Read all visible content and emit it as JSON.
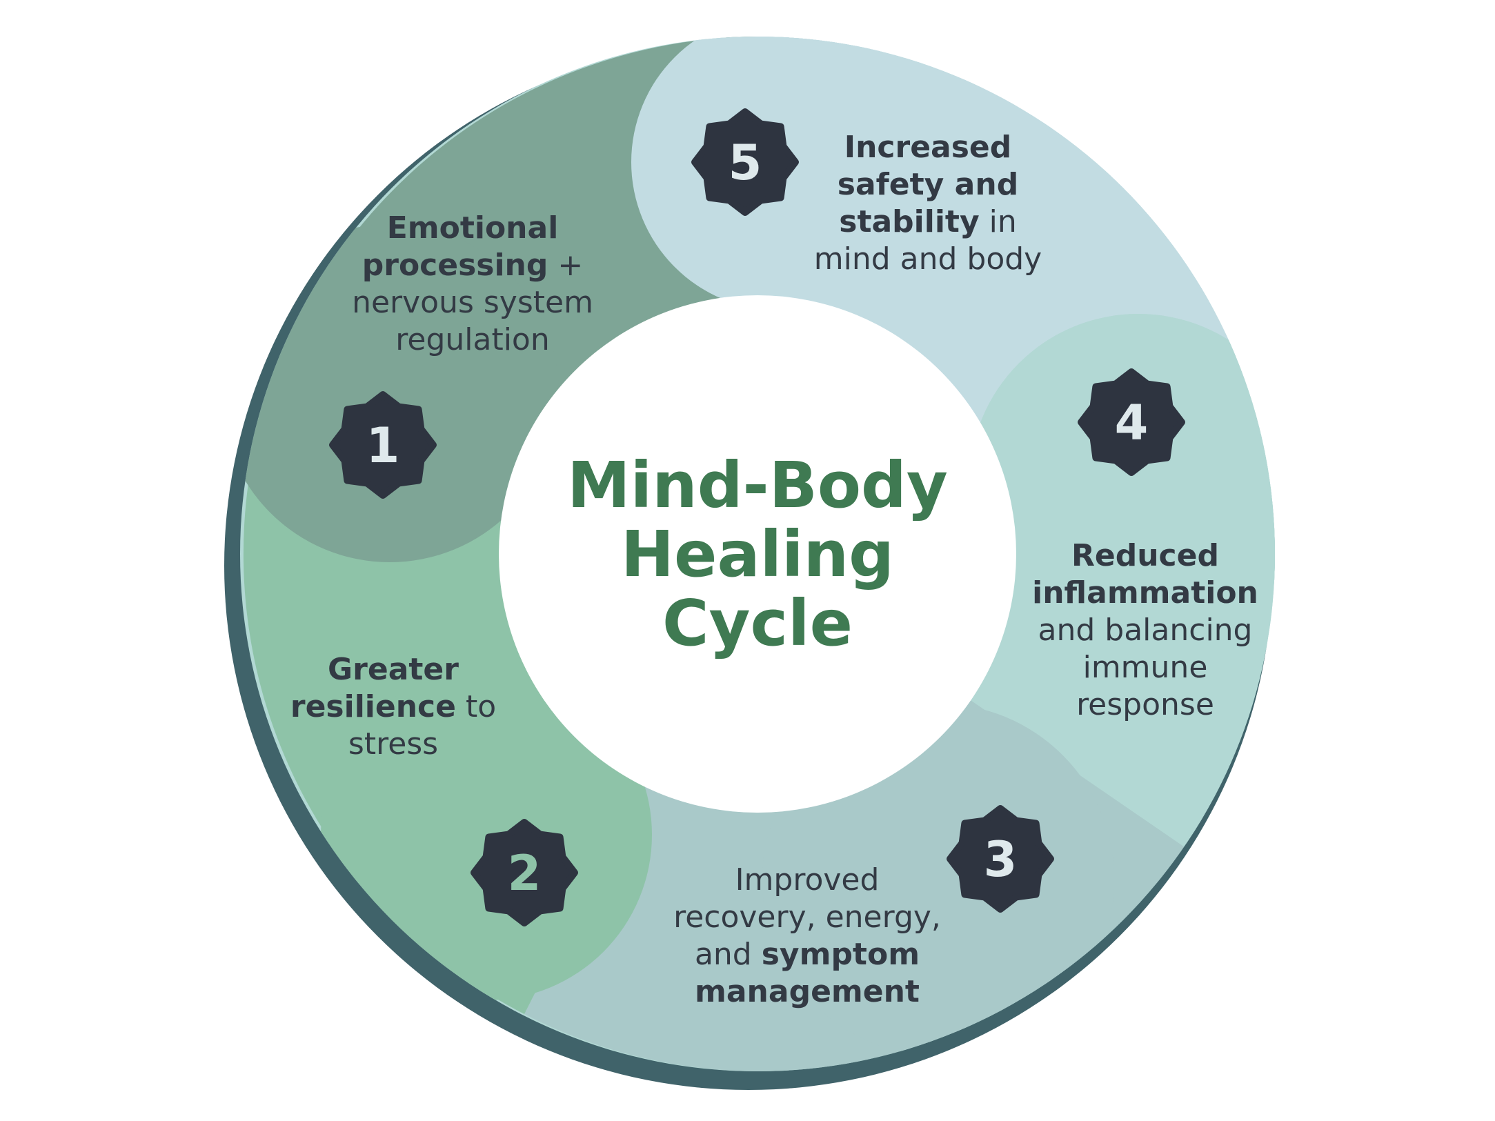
{
  "title": [
    "Mind-Body",
    "Healing",
    "Cycle"
  ],
  "steps": [
    {
      "number": "1",
      "lines": [
        [
          {
            "text": "Emotional",
            "bold": true
          }
        ],
        [
          {
            "text": "processing",
            "bold": true
          },
          {
            "text": " +",
            "bold": false
          }
        ],
        [
          {
            "text": "nervous system",
            "bold": false
          }
        ],
        [
          {
            "text": "regulation",
            "bold": false
          }
        ]
      ]
    },
    {
      "number": "2",
      "lines": [
        [
          {
            "text": "Greater",
            "bold": true
          }
        ],
        [
          {
            "text": "resilience",
            "bold": true
          },
          {
            "text": " to",
            "bold": false
          }
        ],
        [
          {
            "text": "stress",
            "bold": false
          }
        ]
      ]
    },
    {
      "number": "3",
      "lines": [
        [
          {
            "text": "Improved",
            "bold": false
          }
        ],
        [
          {
            "text": "recovery, energy,",
            "bold": false
          }
        ],
        [
          {
            "text": "and ",
            "bold": false
          },
          {
            "text": "symptom",
            "bold": true
          }
        ],
        [
          {
            "text": "management",
            "bold": true
          }
        ]
      ]
    },
    {
      "number": "4",
      "lines": [
        [
          {
            "text": "Reduced",
            "bold": true
          }
        ],
        [
          {
            "text": "inflammation",
            "bold": true
          }
        ],
        [
          {
            "text": "and balancing",
            "bold": false
          }
        ],
        [
          {
            "text": "immune",
            "bold": false
          }
        ],
        [
          {
            "text": "response",
            "bold": false
          }
        ]
      ]
    },
    {
      "number": "5",
      "lines": [
        [
          {
            "text": "Increased",
            "bold": true
          }
        ],
        [
          {
            "text": "safety and",
            "bold": true
          }
        ],
        [
          {
            "text": "stability",
            "bold": true
          },
          {
            "text": " in",
            "bold": false
          }
        ],
        [
          {
            "text": "mind and body",
            "bold": false
          }
        ]
      ]
    }
  ],
  "colors": {
    "title": "#3f7a52",
    "shadow_ring": "#40636a",
    "segment_1": "#7ea596",
    "segment_2": "#8ec3a8",
    "segment_3": "#a9c9c9",
    "segment_4": "#b2d8d4",
    "segment_5": "#c2dce2",
    "badge": "#2e3440",
    "badge_text": [
      "#dfe9ec",
      "#8ec3a8",
      "#dfe9ec",
      "#dfe9ec",
      "#dfe9ec"
    ],
    "label_text": "#333a44",
    "center": "#ffffff"
  }
}
